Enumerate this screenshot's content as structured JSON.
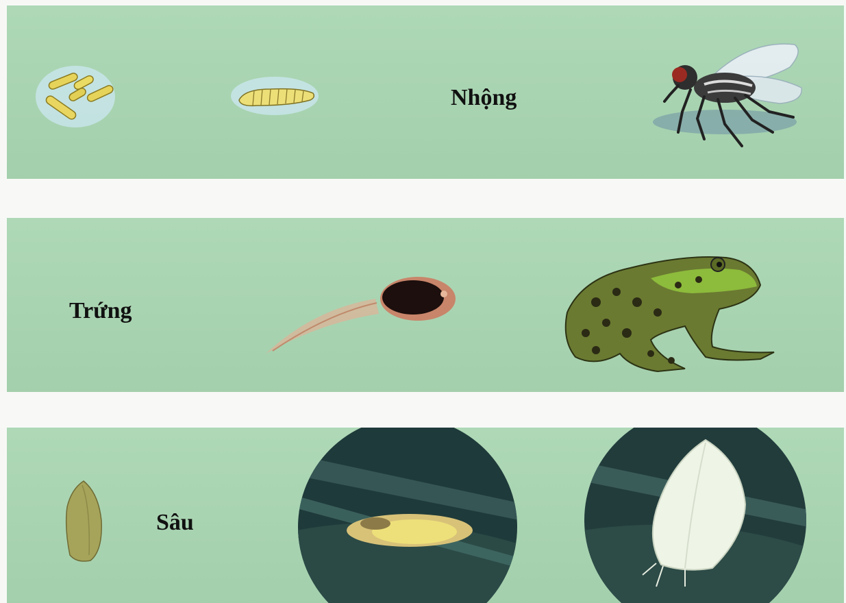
{
  "rows": [
    {
      "label": "Nhộng",
      "animal": "fly"
    },
    {
      "label": "Trứng",
      "animal": "frog"
    },
    {
      "label": "Sâu",
      "animal": "butterfly"
    }
  ],
  "colors": {
    "band": "#a9d6b2",
    "separator": "#f8f9f7",
    "label": "#111111"
  }
}
